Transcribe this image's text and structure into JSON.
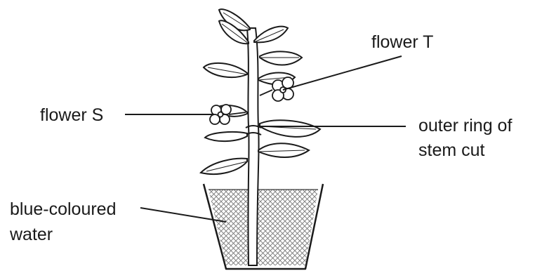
{
  "labels": {
    "flower_t": "flower T",
    "flower_s": "flower S",
    "outer_ring_line1": "outer ring of",
    "outer_ring_line2": "stem cut",
    "blue_water_line1": "blue-coloured",
    "blue_water_line2": "water"
  },
  "colors": {
    "ink": "#1a1a1a",
    "water_dots": "#6a6a6a"
  }
}
